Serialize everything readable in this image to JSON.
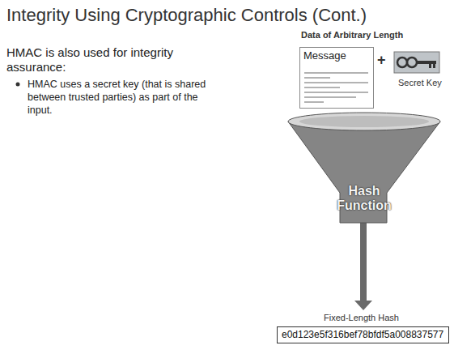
{
  "diagram": {
    "title": "Integrity Using Cryptographic Controls (Cont.)",
    "nodes": [
      {
        "text": [
          "Message"
        ]
      },
      {
        "text": [
          "Hash Function"
        ]
      },
      {
        "text": [
          "e0d123e5f316bef78bfdf5a008837577"
        ]
      }
    ],
    "edges": [
      {
        "from": 1,
        "to": 2,
        "arrow": "to"
      }
    ],
    "labels": [
      "HMAC is also used for integrity assurance:",
      "HMAC uses a secret key (that is shared between trusted parties) as part of the input.",
      "Data of Arbitrary Length",
      "+",
      "Secret Key",
      "Fixed-Length Hash"
    ]
  }
}
